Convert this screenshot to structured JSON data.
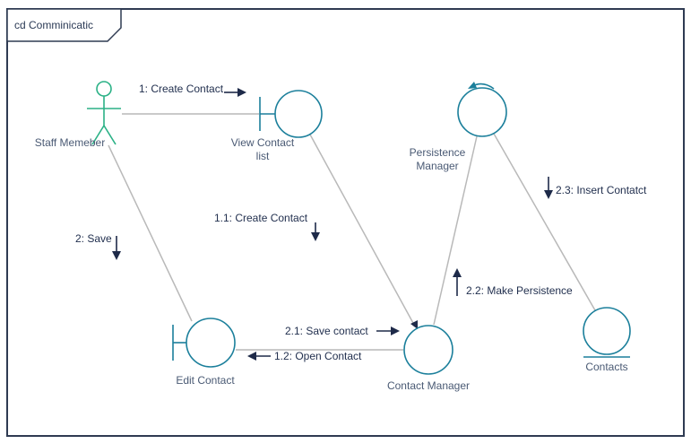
{
  "frame": {
    "title": "cd Comminicatic"
  },
  "nodes": {
    "staff_member": {
      "label": "Staff Memeber"
    },
    "view_contact_list": {
      "label": "View Contact list"
    },
    "persistence_manager": {
      "label": "Persistence Manager"
    },
    "edit_contact": {
      "label": "Edit Contact"
    },
    "contact_manager": {
      "label": "Contact Manager"
    },
    "contacts": {
      "label": "Contacts"
    }
  },
  "messages": {
    "create_contact": "1: Create Contact",
    "create_contact_1_1": "1.1: Create Contact",
    "open_contact": "1.2: Open Contact",
    "save": "2: Save",
    "save_contact": "2.1: Save contact",
    "make_persistence": "2.2: Make Persistence",
    "insert_contact": "2.3: Insert Contatct"
  },
  "colors": {
    "frame": "#2f3b52",
    "link": "#b9b9b9",
    "node": "#1b7f9b",
    "actor": "#2bb186",
    "message": "#1e2a49"
  }
}
